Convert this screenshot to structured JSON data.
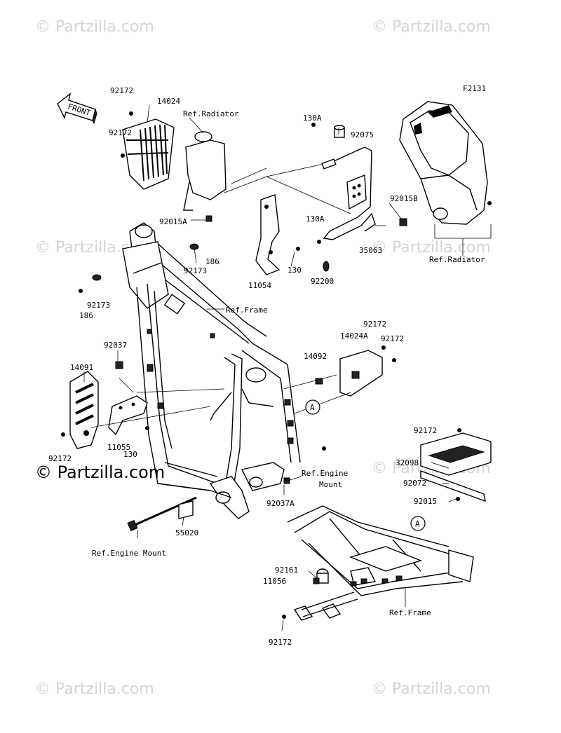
{
  "diagram_code": "F2131",
  "front_arrow_label": "FRONT",
  "watermark": "© Partzilla.com",
  "callout_letter": "A",
  "labels": {
    "p92172a": "92172",
    "p14024": "14024",
    "ref_radiator_1": "Ref.Radiator",
    "p92172b": "92172",
    "p92015A": "92015A",
    "p130A_1": "130A",
    "p92075": "92075",
    "p130A_2": "130A",
    "p92015B": "92015B",
    "p35063": "35063",
    "ref_radiator_2": "Ref.Radiator",
    "p92173a": "92173",
    "p186a": "186",
    "p130a": "130",
    "p11054": "11054",
    "p92200": "92200",
    "p92173b": "92173",
    "p186b": "186",
    "ref_frame_1": "Ref.Frame",
    "p92037": "92037",
    "p14091": "14091",
    "p92172c": "92172",
    "p11055": "11055",
    "p130b": "130",
    "p92172d": "92172",
    "p14024A": "14024A",
    "p92172e": "92172",
    "p14092": "14092",
    "ref_engine_mount_1a": "Ref.Engine",
    "ref_engine_mount_1b": "Mount",
    "p92037A": "92037A",
    "p55020": "55020",
    "ref_engine_mount_2": "Ref.Engine Mount",
    "p92172f": "92172",
    "p32098": "32098",
    "p92072": "92072",
    "p92015": "92015",
    "p92161": "92161",
    "p11056": "11056",
    "ref_frame_2": "Ref.Frame",
    "p92172g": "92172"
  }
}
